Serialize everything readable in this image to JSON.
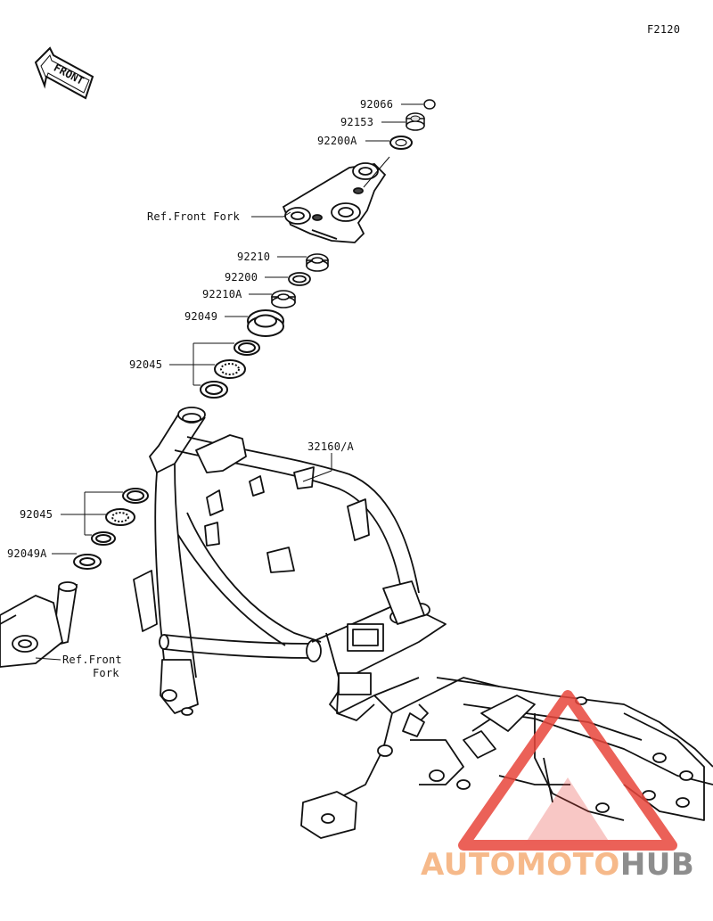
{
  "figure_code": "F2120",
  "front_arrow_label": "FRONT",
  "callouts": {
    "p92066": "92066",
    "p92153": "92153",
    "p92200A": "92200A",
    "ref_front_fork_top": "Ref.Front Fork",
    "p92210": "92210",
    "p92200": "92200",
    "p92210A": "92210A",
    "p92049": "92049",
    "p92045_top": "92045",
    "p32160A": "32160/A",
    "p92045_left": "92045",
    "p92049A": "92049A",
    "ref_front_fork_bottom_line1": "Ref.Front",
    "ref_front_fork_bottom_line2": "Fork"
  },
  "watermark": {
    "part1": "AUTOMOTO",
    "part2": "HUB",
    "color_part1": "#f6b98a",
    "color_part2": "#8d8d8d",
    "triangle_color": "#e8463c"
  }
}
